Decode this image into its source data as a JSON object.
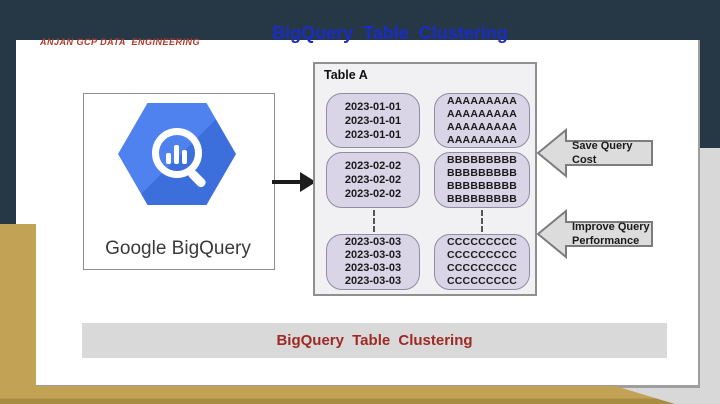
{
  "colors": {
    "frame_navy": "#263845",
    "frame_gold": "#c2a355",
    "frame_gold_dark": "#a78c42",
    "background_gray": "#d8d8d8",
    "title_blue": "#1a2cc4",
    "brand_red": "#b0392e",
    "footer_red": "#9e2a25",
    "logo_blue": "#4f82ef",
    "logo_blue_dark": "#3d6fdc",
    "block_lavender": "#d9d4e6",
    "block_border": "#8f8da3",
    "panel_gray": "#f1f0f3",
    "panel_border": "#8f8f8f",
    "arrow_fill": "#dcdcdc",
    "arrow_border": "#7c7c7c"
  },
  "header": {
    "brand": "ANJAN GCP DATA  ENGINEERING",
    "title": "BigQuery Table Clustering"
  },
  "source": {
    "caption": "Google BigQuery"
  },
  "table": {
    "label": "Table A",
    "groups": [
      {
        "dates": [
          "2023-01-01",
          "2023-01-01",
          "2023-01-01"
        ],
        "values": [
          "AAAAAAAAA",
          "AAAAAAAAA",
          "AAAAAAAAA",
          "AAAAAAAAA"
        ]
      },
      {
        "dates": [
          "2023-02-02",
          "2023-02-02",
          "2023-02-02"
        ],
        "values": [
          "BBBBBBBBB",
          "BBBBBBBBB",
          "BBBBBBBBB",
          "BBBBBBBBB"
        ]
      },
      {
        "dates": [
          "2023-03-03",
          "2023-03-03",
          "2023-03-03",
          "2023-03-03"
        ],
        "values": [
          "CCCCCCCCC",
          "CCCCCCCCC",
          "CCCCCCCCC",
          "CCCCCCCCC"
        ]
      }
    ]
  },
  "callouts": [
    {
      "label": "Save Query Cost"
    },
    {
      "label": "Improve Query Performance"
    }
  ],
  "footer": {
    "title": "BigQuery Table Clustering"
  }
}
